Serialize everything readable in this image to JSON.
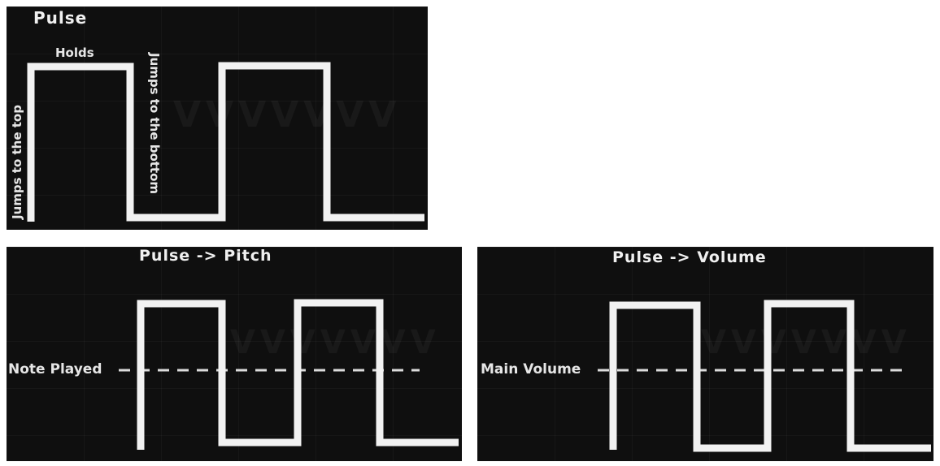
{
  "panels": {
    "pulse": {
      "title": "Pulse",
      "labels": {
        "holds": "Holds",
        "jumps_top": "Jumps to the top",
        "jumps_bottom": "Jumps to the bottom"
      }
    },
    "pitch": {
      "title": "Pulse -> Pitch",
      "reference_label": "Note Played"
    },
    "volume": {
      "title": "Pulse -> Volume",
      "reference_label": "Main Volume"
    }
  },
  "colors": {
    "panel_background": "#0f0f0f",
    "wave": "#f2f2f2",
    "text": "#e6e6e6"
  }
}
